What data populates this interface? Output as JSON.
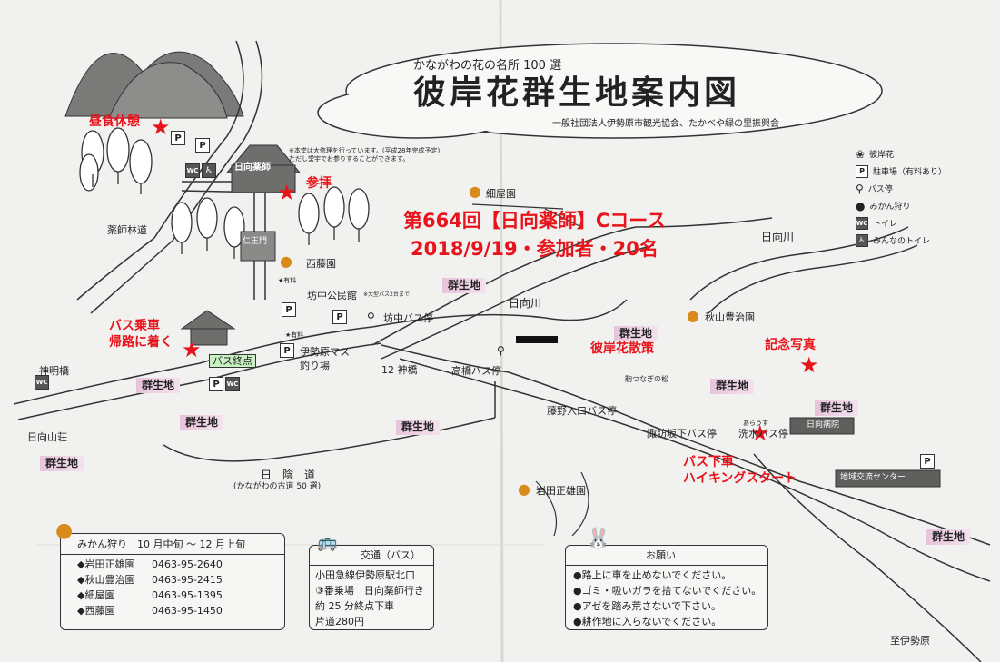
{
  "header": {
    "subtitle": "かながわの花の名所 100 選",
    "title": "彼岸花群生地案内図",
    "organizers": "一般社団法人伊勢原市観光協会、たかべや緑の里振興会"
  },
  "overlay": {
    "line1": "第664回【日向薬師】Cコース",
    "line2": "2018/9/19・参加者・20名"
  },
  "legend": [
    {
      "icon": "higanbana-icon",
      "label": "彼岸花"
    },
    {
      "icon": "parking-icon",
      "symbol": "P",
      "label": "駐車場（有料あり）"
    },
    {
      "icon": "bus-stop-icon",
      "label": "バス停"
    },
    {
      "icon": "mikan-icon",
      "label": "みかん狩り"
    },
    {
      "icon": "toilet-icon",
      "symbol": "WC",
      "label": "トイレ"
    },
    {
      "icon": "accessible-toilet-icon",
      "symbol": "♿",
      "label": "みんなのトイレ"
    }
  ],
  "annotations": {
    "lunch": "昼食休憩",
    "worship": "参拝",
    "bus_ride": "バス乗車",
    "home": "帰路に着く",
    "walk": "彼岸花散策",
    "photo": "記念写真",
    "bus_off": "バス下車",
    "hiking_start": "ハイキングスタート"
  },
  "places": {
    "temple": "日向薬師",
    "temple_note": "※本堂は大修理を行っています。(平成28年完成予定)\nただし堂宇でお参りすることができます。",
    "niomon": "仁王門",
    "rindo": "薬師林道",
    "saito": "西藤園",
    "bochu_hall": "坊中公民館",
    "bochu_stop": "坊中バス停",
    "masu": "伊勢原マス\n釣り場",
    "bus_terminal": "バス終点",
    "shinmeibashi": "神明橋",
    "juni_jinbashi": "12 神橋",
    "takahashi_stop": "高橋バス停",
    "river_mid": "日向川",
    "river_right": "日向川",
    "hosoya": "細屋園",
    "akiyama": "秋山豊治園",
    "komatsunagi": "駒つなぎの松",
    "fujino_stop": "藤野入口バス停",
    "suwazaka_stop": "諏訪坂下バス停",
    "arai_ruby": "あらうず",
    "arai_stop": "洗水バス停",
    "hyuga_byoin": "日向病院",
    "center": "地域交流センター",
    "iwata": "岩田正雄園",
    "hyuga_sanso": "日向山荘",
    "hikagemichi": "日　陰　道",
    "hikage_sub": "(かながわの古道 50 選)",
    "to_isehara": "至伊勢原",
    "paid": "★有料",
    "paid_big": "※大型バス2台まで",
    "paid2": "★有料"
  },
  "colonies": {
    "label": "群生地"
  },
  "mikan_box": {
    "title": "みかん狩り　10 月中旬 ～ 12 月上旬",
    "rows": [
      {
        "name": "◆岩田正雄園",
        "tel": "0463-95-2640"
      },
      {
        "name": "◆秋山豊治園",
        "tel": "0463-95-2415"
      },
      {
        "name": "◆細屋園",
        "tel": "0463-95-1395"
      },
      {
        "name": "◆西藤園",
        "tel": "0463-95-1450"
      }
    ]
  },
  "transport_box": {
    "title": "交通（バス）",
    "lines": [
      "小田急線伊勢原駅北口",
      "③番乗場　日向薬師行き",
      "約 25 分終点下車",
      "片道280円"
    ]
  },
  "request_box": {
    "title": "お願い",
    "items": [
      "●路上に車を止めないでください。",
      "●ゴミ・吸いガラを捨てないでください。",
      "●アゼを踏み荒さないで下さい。",
      "●耕作地に入らないでください。"
    ]
  }
}
